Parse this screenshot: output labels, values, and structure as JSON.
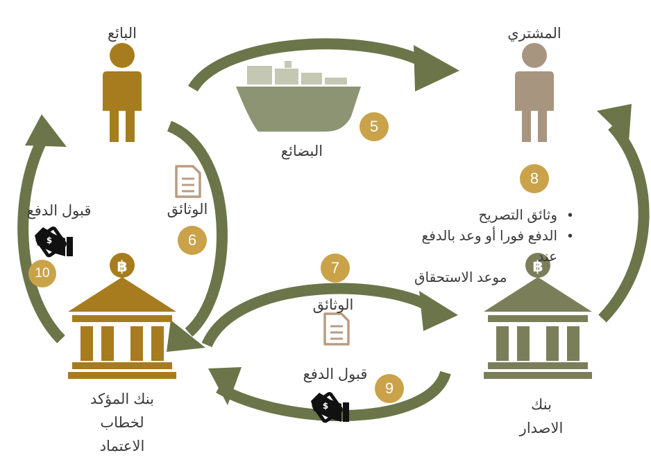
{
  "parties": {
    "seller": "البائع",
    "buyer": "المشتري",
    "confirming_bank": [
      "بنك المؤكد",
      "لخطاب",
      "الاعتماد"
    ],
    "issuing_bank": [
      "بنك",
      "الاصدار"
    ]
  },
  "flows": {
    "goods": "البضائع",
    "docs_seller": "الوثائق",
    "docs_bank": "الوثائق",
    "payment_seller": "قبول الدفع",
    "payment_bank": "قبول الدفع"
  },
  "steps": [
    "5",
    "6",
    "7",
    "8",
    "9",
    "10"
  ],
  "buyer_notes": [
    "وثائق التصريح",
    "الدفع فورا أو وعد بالدفع عند",
    "موعد الاستحقاق"
  ],
  "colors": {
    "arrow": "#6b7549",
    "seller": "#a67c1e",
    "buyer": "#a89580",
    "confirming_bank": "#a67c1e",
    "issuing_bank": "#7a7f5a",
    "ship": "#8c9473",
    "badge": "#c9a24a",
    "doc_icon": "#b89c83"
  },
  "icons": [
    "person-icon",
    "bank-icon",
    "ship-icon",
    "document-icon",
    "money-hand-icon"
  ]
}
